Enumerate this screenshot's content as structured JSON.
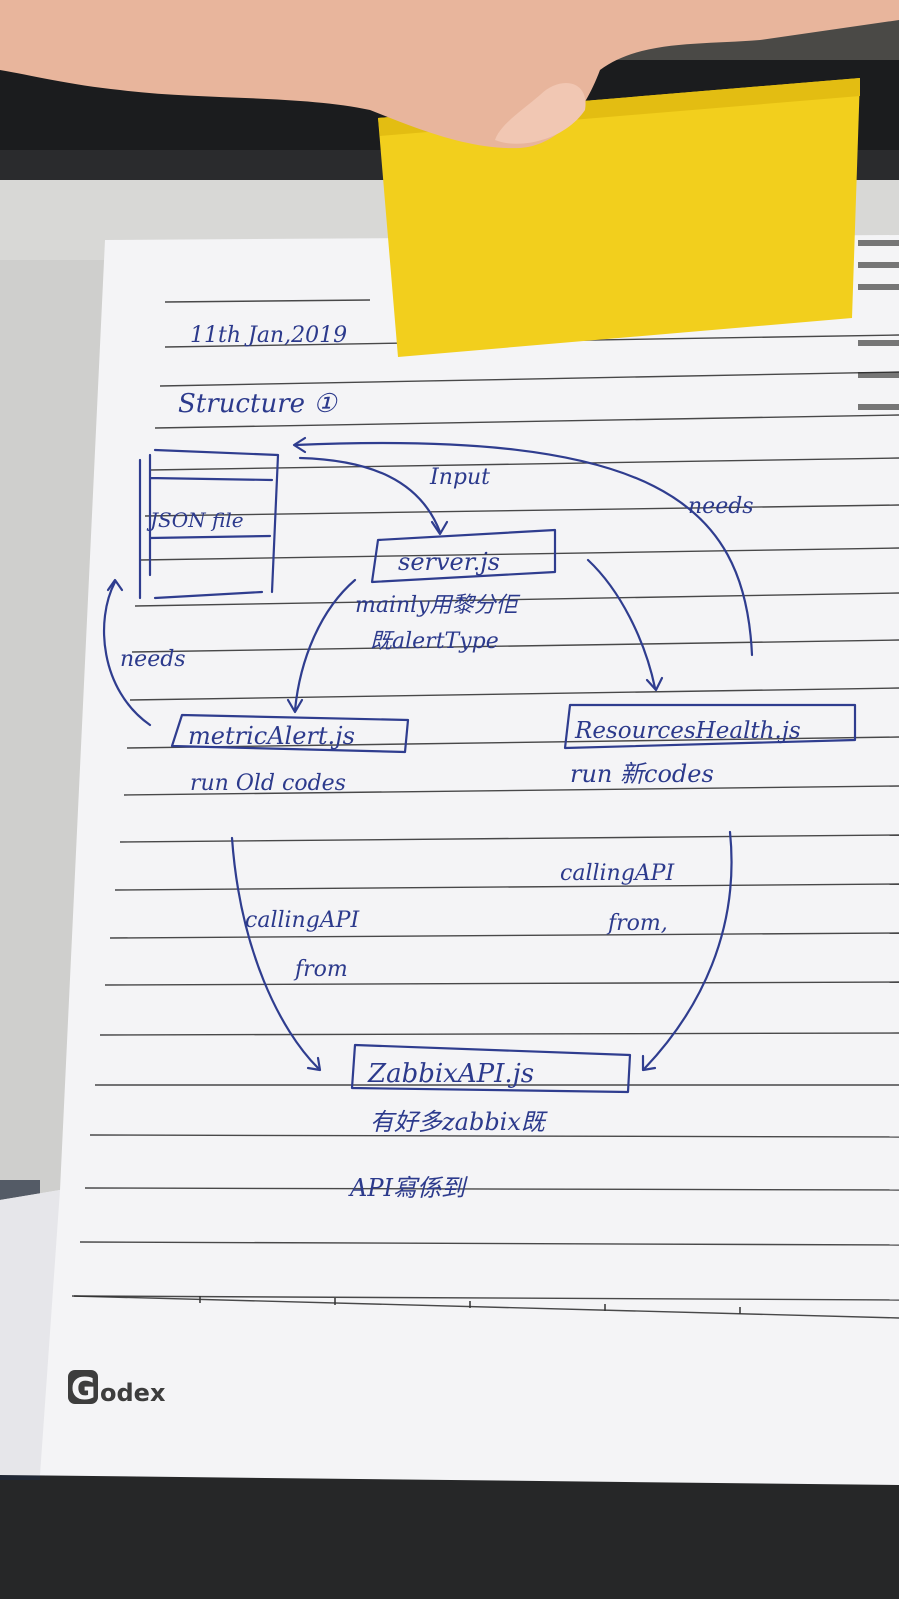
{
  "notebook": {
    "brand": "Godex",
    "date": "11th Jan,2019",
    "heading": "Structure ①"
  },
  "diagram": {
    "json_box": "JSON file",
    "input_label": "Input",
    "needs_right": "needs",
    "needs_left": "needs",
    "server": "server.js",
    "server_note_1": "mainly用黎分佢",
    "server_note_2": "既alertType",
    "metric": "metricAlert.js",
    "metric_note": "run Old codes",
    "resource": "ResourcesHealth.js",
    "resource_note": "run 新codes",
    "calling_left_1": "callingAPI",
    "calling_left_2": "from",
    "calling_right_1": "callingAPI",
    "calling_right_2": "from,",
    "zabbix": "ZabbixAPI.js",
    "zabbix_note_1": "有好多zabbix既",
    "zabbix_note_2": "API寫係到"
  }
}
